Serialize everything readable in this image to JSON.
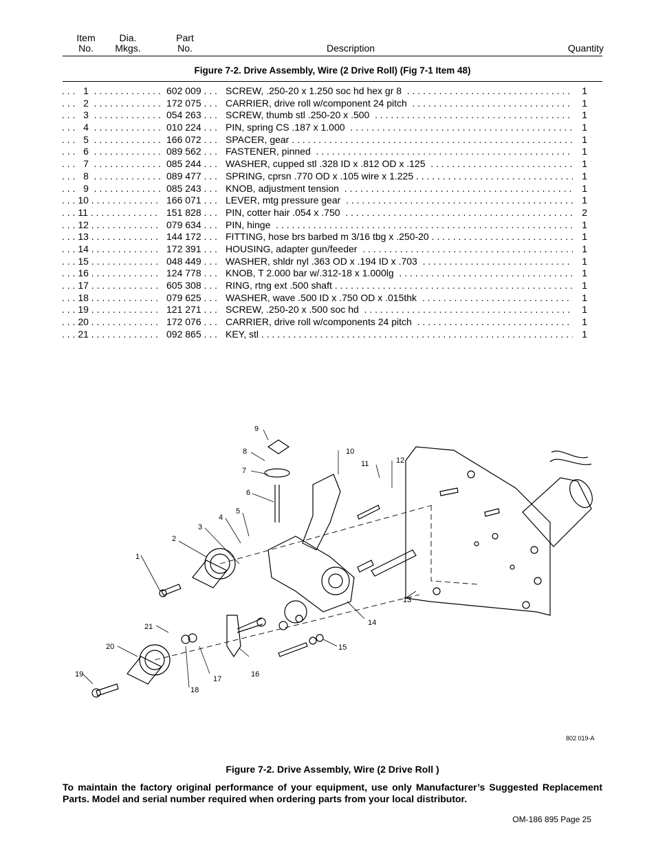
{
  "header": {
    "item": "Item\nNo.",
    "dia": "Dia.\nMkgs.",
    "part": "Part\nNo.",
    "description": "Description",
    "quantity": "Quantity"
  },
  "figure_title": "Figure 7-2. Drive Assembly, Wire (2 Drive  Roll) (Fig 7-1 Item 48)",
  "parts": [
    {
      "lead": ". . .   1  . . . . . . . . . . . . .",
      "part": "602 009 . . .",
      "desc": "SCREW, .250-20 x 1.250 soc hd hex gr 8  . . . . . . . . . . . . . . . . . . . . . . . . . . . . . . . . . . . . . . . . . . . . . . . . .",
      "qty": "1"
    },
    {
      "lead": ". . .   2  . . . . . . . . . . . . .",
      "part": "172 075 . . .",
      "desc": "CARRIER, drive roll w/component 24 pitch  . . . . . . . . . . . . . . . . . . . . . . . . . . . . . . . . . . . . . . . . . . . . . .",
      "qty": "1"
    },
    {
      "lead": ". . .   3  . . . . . . . . . . . . .",
      "part": "054 263 . . .",
      "desc": "SCREW, thumb stl .250-20 x .500  . . . . . . . . . . . . . . . . . . . . . . . . . . . . . . . . . . . . . . . . . . . . . . . . . . . . .",
      "qty": "1"
    },
    {
      "lead": ". . .   4  . . . . . . . . . . . . .",
      "part": "010 224 . . .",
      "desc": "PIN, spring CS .187 x 1.000  . . . . . . . . . . . . . . . . . . . . . . . . . . . . . . . . . . . . . . . . . . . . . . . . . . . . . . . .",
      "qty": "1"
    },
    {
      "lead": ". . .   5  . . . . . . . . . . . . .",
      "part": "166 072 . . .",
      "desc": "SPACER, gear . . . . . . . . . . . . . . . . . . . . . . . . . . . . . . . . . . . . . . . . . . . . . . . . . . . . . . . . . . . . . . . . . . .",
      "qty": "1"
    },
    {
      "lead": ". . .   6  . . . . . . . . . . . . .",
      "part": "089 562 . . .",
      "desc": "FASTENER, pinned  . . . . . . . . . . . . . . . . . . . . . . . . . . . . . . . . . . . . . . . . . . . . . . . . . . . . . . . . . . . . . . . .",
      "qty": "1"
    },
    {
      "lead": ". . .   7  . . . . . . . . . . . . .",
      "part": "085 244 . . .",
      "desc": "WASHER, cupped stl .328 ID x .812 OD x .125  . . . . . . . . . . . . . . . . . . . . . . . . . . . . . . . . . . . . . . . . . . .",
      "qty": "1"
    },
    {
      "lead": ". . .   8  . . . . . . . . . . . . .",
      "part": "089 477 . . .",
      "desc": "SPRING, cprsn .770 OD x .105 wire x 1.225 . . . . . . . . . . . . . . . . . . . . . . . . . . . . . . . . . . . . . . . . . . . .",
      "qty": "1"
    },
    {
      "lead": ". . .   9  . . . . . . . . . . . . .",
      "part": "085 243 . . .",
      "desc": "KNOB, adjustment tension  . . . . . . . . . . . . . . . . . . . . . . . . . . . . . . . . . . . . . . . . . . . . . . . . . . . . . . . . .",
      "qty": "1"
    },
    {
      "lead": ". . . 10 . . . . . . . . . . . . .",
      "part": "166 071 . . .",
      "desc": "LEVER, mtg pressure gear  . . . . . . . . . . . . . . . . . . . . . . . . . . . . . . . . . . . . . . . . . . . . . . . . . . . . . . . . .",
      "qty": "1"
    },
    {
      "lead": ". . . 11 . . . . . . . . . . . . .",
      "part": "151 828 . . .",
      "desc": "PIN, cotter hair .054 x .750  . . . . . . . . . . . . . . . . . . . . . . . . . . . . . . . . . . . . . . . . . . . . . . . . . . . . . . . .",
      "qty": "2"
    },
    {
      "lead": ". . . 12 . . . . . . . . . . . . .",
      "part": "079 634 . . .",
      "desc": "PIN, hinge  . . . . . . . . . . . . . . . . . . . . . . . . . . . . . . . . . . . . . . . . . . . . . . . . . . . . . . . . . . . . . . . . . . . . .",
      "qty": "1"
    },
    {
      "lead": ". . . 13 . . . . . . . . . . . . .",
      "part": "144 172 . . .",
      "desc": "FITTING, hose brs barbed m 3/16 tbg x .250-20 . . . . . . . . . . . . . . . . . . . . . . . . . . . . . . . . . . . . . . . . .",
      "qty": "1"
    },
    {
      "lead": ". . . 14 . . . . . . . . . . . . .",
      "part": "172 391 . . .",
      "desc": "HOUSING, adapter gun/feeder  . . . . . . . . . . . . . . . . . . . . . . . . . . . . . . . . . . . . . . . . . . . . . . . . . . . . . .",
      "qty": "1"
    },
    {
      "lead": ". . . 15 . . . . . . . . . . . . .",
      "part": "048 449 . . .",
      "desc": "WASHER, shldr nyl .363 OD x .194 ID x .703  . . . . . . . . . . . . . . . . . . . . . . . . . . . . . . . . . . . . . . . . . . .",
      "qty": "1"
    },
    {
      "lead": ". . . 16 . . . . . . . . . . . . .",
      "part": "124 778 . . .",
      "desc": "KNOB, T 2.000 bar w/.312-18 x 1.000lg  . . . . . . . . . . . . . . . . . . . . . . . . . . . . . . . . . . . . . . . . . . . . . .",
      "qty": "1"
    },
    {
      "lead": ". . . 17 . . . . . . . . . . . . .",
      "part": "605 308 . . .",
      "desc": "RING, rtng ext .500 shaft . . . . . . . . . . . . . . . . . . . . . . . . . . . . . . . . . . . . . . . . . . . . . . . . . . . . . . . . . .",
      "qty": "1"
    },
    {
      "lead": ". . . 18 . . . . . . . . . . . . .",
      "part": "079 625 . . .",
      "desc": "WASHER, wave .500 ID x .750 OD x .015thk  . . . . . . . . . . . . . . . . . . . . . . . . . . . . . . . . . . . . . . . . . . . .",
      "qty": "1"
    },
    {
      "lead": ". . . 19 . . . . . . . . . . . . .",
      "part": "121 271 . . .",
      "desc": "SCREW, .250-20 x .500 soc hd  . . . . . . . . . . . . . . . . . . . . . . . . . . . . . . . . . . . . . . . . . . . . . . . . . . . . . .",
      "qty": "1"
    },
    {
      "lead": ". . . 20 . . . . . . . . . . . . .",
      "part": "172 076 . . .",
      "desc": "CARRIER, drive roll w/components 24 pitch  . . . . . . . . . . . . . . . . . . . . . . . . . . . . . . . . . . . . . . . . . . . . .",
      "qty": "1"
    },
    {
      "lead": ". . . 21 . . . . . . . . . . . . .",
      "part": "092 865 . . .",
      "desc": "KEY, stl . . . . . . . . . . . . . . . . . . . . . . . . . . . . . . . . . . . . . . . . . . . . . . . . . . . . . . . . . . . . . . . . . . . . . .",
      "qty": "1"
    }
  ],
  "diagram_labels": [
    "1",
    "2",
    "3",
    "4",
    "5",
    "6",
    "7",
    "8",
    "9",
    "10",
    "11",
    "12",
    "13",
    "14",
    "15",
    "16",
    "17",
    "18",
    "19",
    "20",
    "21"
  ],
  "figure_ref": "802 019-A",
  "caption": "Figure 7-2. Drive Assembly, Wire (2 Drive Roll )",
  "notice": "To maintain the factory original performance of your equipment, use only Manufacturer’s Suggested Replacement Parts. Model and serial number required  when ordering parts from your local distributor.",
  "page_number": "OM-186 895 Page 25"
}
